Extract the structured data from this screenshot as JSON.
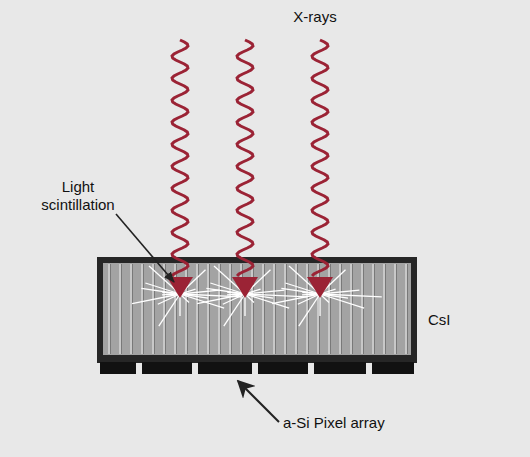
{
  "diagram": {
    "labels": [
      "X-rays",
      "Light scintillation",
      "CsI",
      "a-Si Pixel array"
    ]
  }
}
